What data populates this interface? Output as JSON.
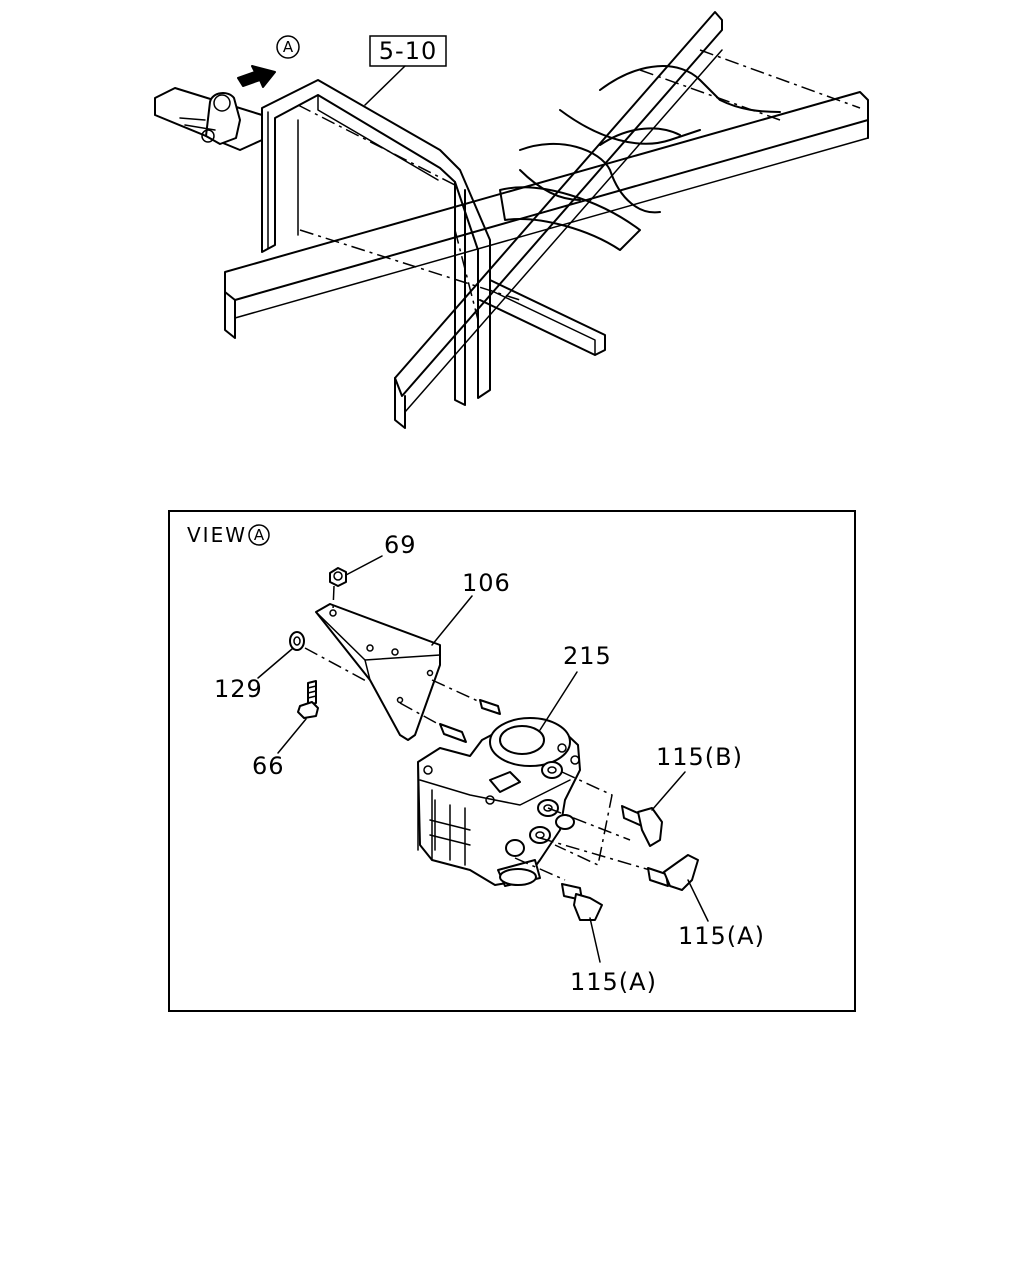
{
  "top_view": {
    "view_marker": "A",
    "ref_box": "5-10"
  },
  "detail_view": {
    "title": "VIEW",
    "title_marker": "A",
    "callouts": {
      "c69": "69",
      "c106": "106",
      "c129": "129",
      "c66": "66",
      "c215": "215",
      "c115b": "115(B)",
      "c115a_right": "115(A)",
      "c115a_bottom": "115(A)"
    }
  }
}
